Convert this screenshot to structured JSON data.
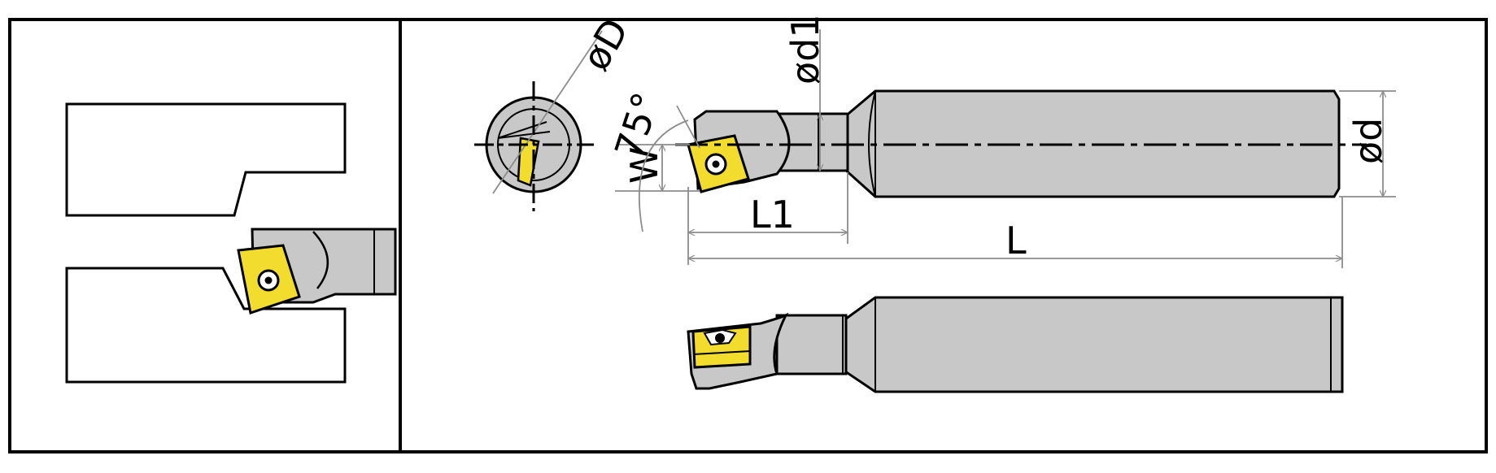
{
  "colors": {
    "background": "#ffffff",
    "outline": "#000000",
    "steel": "#c8c8c8",
    "steel_dark": "#a9a9a9",
    "insert": "#f2dc2e",
    "dimension_line": "#8c8c8c"
  },
  "dimensions": {
    "bore_diameter": "øD",
    "neck_diameter": "ød1",
    "approach_angle": "75°",
    "width": "W",
    "shank_diameter": "ød",
    "head_length": "L1",
    "overall_length": "L"
  }
}
